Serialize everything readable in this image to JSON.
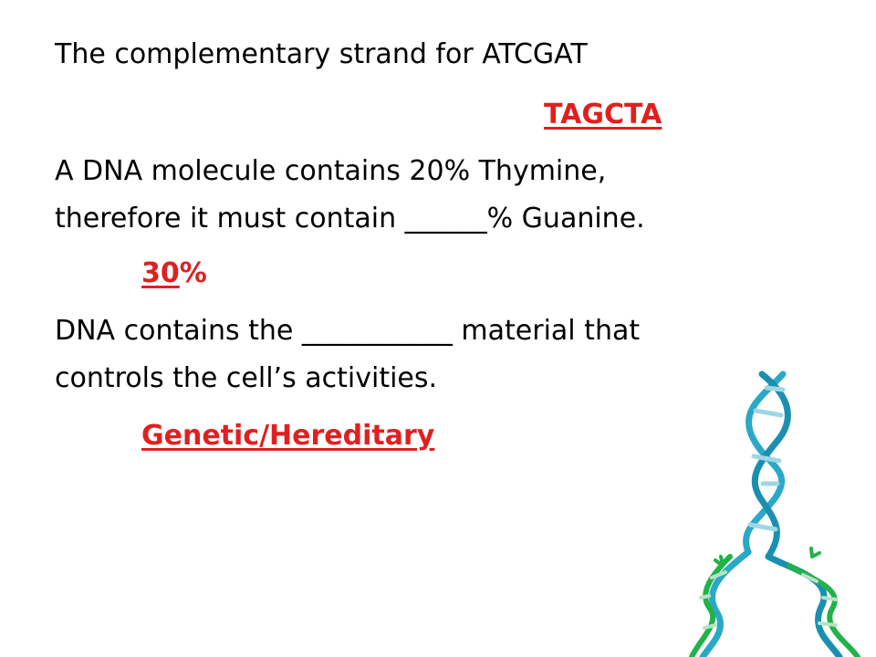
{
  "content": {
    "q1": "The complementary strand for ATCGAT",
    "a1": "TAGCTA",
    "q2_line1": "A DNA molecule contains 20% Thymine,",
    "q2_line2": "therefore it must contain ______% Guanine.",
    "a2_num": "30",
    "a2_pct": "%",
    "q3_line1": "DNA contains the ___________ material that",
    "q3_line2": "controls the cell’s activities.",
    "a3": "Genetic/Hereditary"
  },
  "colors": {
    "answer": "#e02020",
    "helix_blue": "#2aa8c8",
    "helix_green": "#22b24a"
  },
  "icons": {
    "illustration": "dna-double-helix-replication-icon"
  }
}
